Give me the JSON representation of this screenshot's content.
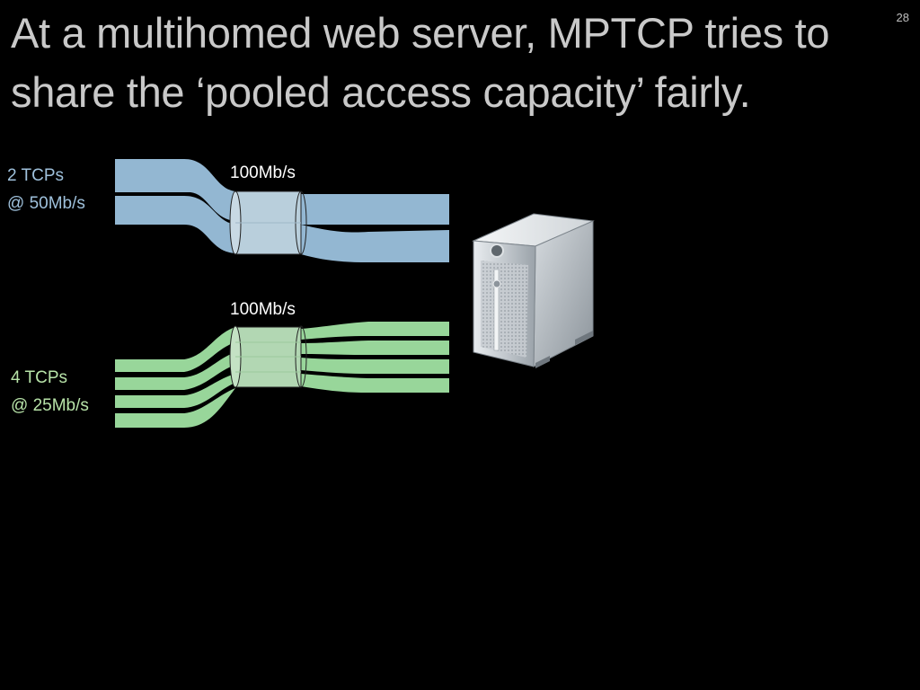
{
  "slide": {
    "title": "At a multihomed web server, MPTCP tries to share the ‘pooled access capacity’ fairly.",
    "page_number": "28"
  },
  "groups": [
    {
      "name": "blue",
      "line1": "2 TCPs",
      "line2": "@ 50Mb/s",
      "link_capacity": "100Mb/s",
      "color": "#93b7d2"
    },
    {
      "name": "green",
      "line1": "4 TCPs",
      "line2": "@ 25Mb/s",
      "link_capacity": "100Mb/s",
      "color": "#98d69a"
    }
  ],
  "icons": {
    "server": "server-tower-icon"
  }
}
